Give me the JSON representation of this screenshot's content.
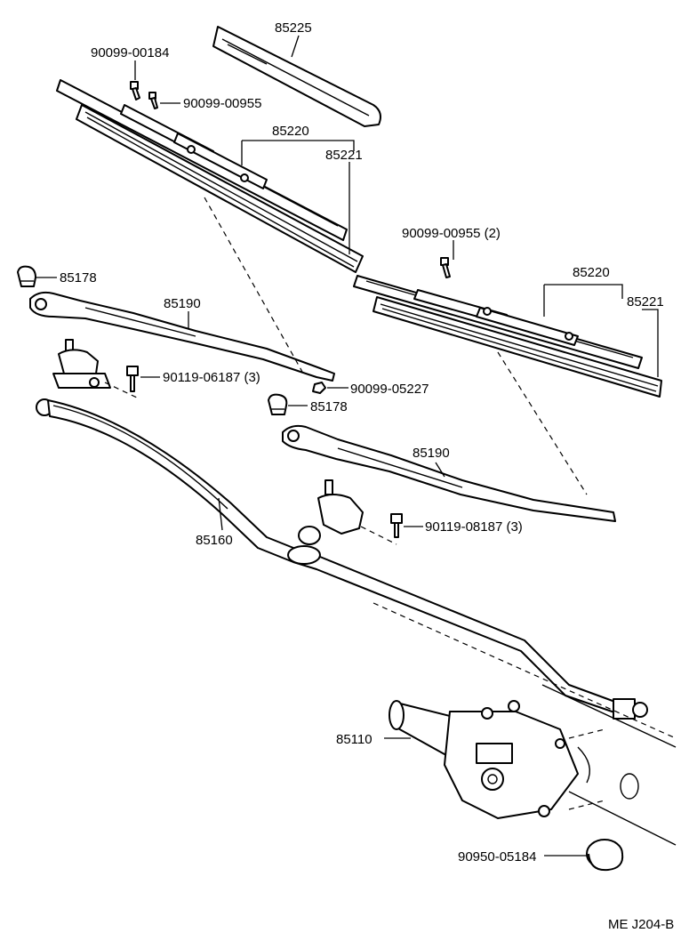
{
  "diagram": {
    "ref_code": "ME J204-B",
    "labels": {
      "p85225": "85225",
      "p90099_00184": "90099-00184",
      "p90099_00955_top": "90099-00955",
      "p85220_left": "85220",
      "p85221_left": "85221",
      "p90099_00955_2": "90099-00955 (2)",
      "p85220_right": "85220",
      "p85221_right": "85221",
      "p85178_upper": "85178",
      "p85190_left": "85190",
      "p90119_06187": "90119-06187 (3)",
      "p90099_05227": "90099-05227",
      "p85178_lower": "85178",
      "p85190_right": "85190",
      "p90119_08187": "90119-08187 (3)",
      "p85160": "85160",
      "p85110": "85110",
      "p90950_05184": "90950-05184"
    }
  }
}
